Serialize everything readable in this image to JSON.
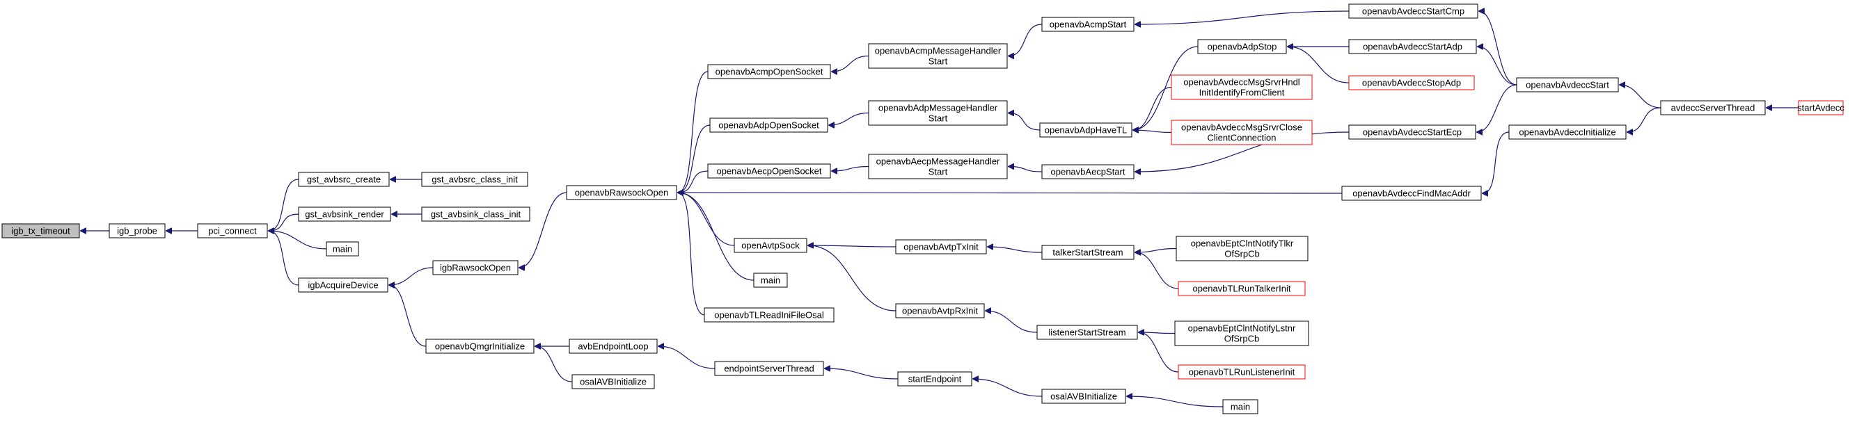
{
  "diagram": {
    "type": "call-graph",
    "colors": {
      "edge": "#191970",
      "border": "#000000",
      "truncated_border": "#ff0000",
      "highlight_fill": "#bfbfbf",
      "background": "#ffffff"
    },
    "nodes": [
      {
        "id": "igb_tx_timeout",
        "lines": [
          "igb_tx_timeout"
        ],
        "highlight": true
      },
      {
        "id": "igb_probe",
        "lines": [
          "igb_probe"
        ]
      },
      {
        "id": "pci_connect",
        "lines": [
          "pci_connect"
        ]
      },
      {
        "id": "gst_avbsrc_create",
        "lines": [
          "gst_avbsrc_create"
        ]
      },
      {
        "id": "gst_avbsrc_class_init",
        "lines": [
          "gst_avbsrc_class_init"
        ]
      },
      {
        "id": "gst_avbsink_render",
        "lines": [
          "gst_avbsink_render"
        ]
      },
      {
        "id": "gst_avbsink_class_init",
        "lines": [
          "gst_avbsink_class_init"
        ]
      },
      {
        "id": "main_pci",
        "lines": [
          "main"
        ]
      },
      {
        "id": "igbAcquireDevice",
        "lines": [
          "igbAcquireDevice"
        ]
      },
      {
        "id": "igbRawsockOpen",
        "lines": [
          "igbRawsockOpen"
        ]
      },
      {
        "id": "openavbRawsockOpen",
        "lines": [
          "openavbRawsockOpen"
        ]
      },
      {
        "id": "openavbAcmpOpenSocket",
        "lines": [
          "openavbAcmpOpenSocket"
        ]
      },
      {
        "id": "openavbAdpOpenSocket",
        "lines": [
          "openavbAdpOpenSocket"
        ]
      },
      {
        "id": "openavbAecpOpenSocket",
        "lines": [
          "openavbAecpOpenSocket"
        ]
      },
      {
        "id": "openAvtpSock",
        "lines": [
          "openAvtpSock"
        ]
      },
      {
        "id": "main_raw",
        "lines": [
          "main"
        ]
      },
      {
        "id": "openavbTLReadIniFileOsal",
        "lines": [
          "openavbTLReadIniFileOsal"
        ]
      },
      {
        "id": "openavbQmgrInitialize",
        "lines": [
          "openavbQmgrInitialize"
        ]
      },
      {
        "id": "avbEndpointLoop",
        "lines": [
          "avbEndpointLoop"
        ]
      },
      {
        "id": "osalAVBInitialize_q",
        "lines": [
          "osalAVBInitialize"
        ]
      },
      {
        "id": "endpointServerThread",
        "lines": [
          "endpointServerThread"
        ]
      },
      {
        "id": "startEndpoint",
        "lines": [
          "startEndpoint"
        ]
      },
      {
        "id": "osalAVBInitialize_s",
        "lines": [
          "osalAVBInitialize"
        ]
      },
      {
        "id": "main_osal",
        "lines": [
          "main"
        ]
      },
      {
        "id": "openavbAcmpMessageHandlerStart",
        "lines": [
          "openavbAcmpMessageHandler",
          "Start"
        ]
      },
      {
        "id": "openavbAdpMessageHandlerStart",
        "lines": [
          "openavbAdpMessageHandler",
          "Start"
        ]
      },
      {
        "id": "openavbAecpMessageHandlerStart",
        "lines": [
          "openavbAecpMessageHandler",
          "Start"
        ]
      },
      {
        "id": "openavbAvtpTxInit",
        "lines": [
          "openavbAvtpTxInit"
        ]
      },
      {
        "id": "openavbAvtpRxInit",
        "lines": [
          "openavbAvtpRxInit"
        ]
      },
      {
        "id": "openavbAcmpStart",
        "lines": [
          "openavbAcmpStart"
        ]
      },
      {
        "id": "openavbAdpHaveTL",
        "lines": [
          "openavbAdpHaveTL"
        ]
      },
      {
        "id": "openavbAecpStart",
        "lines": [
          "openavbAecpStart"
        ]
      },
      {
        "id": "talkerStartStream",
        "lines": [
          "talkerStartStream"
        ]
      },
      {
        "id": "listenerStartStream",
        "lines": [
          "listenerStartStream"
        ]
      },
      {
        "id": "openavbAdpStop",
        "lines": [
          "openavbAdpStop"
        ]
      },
      {
        "id": "MsgSrvrHndlInitIdentifyFromClient",
        "lines": [
          "openavbAvdeccMsgSrvrHndl",
          "InitIdentifyFromClient"
        ],
        "truncated": true
      },
      {
        "id": "MsgSrvrCloseClientConnection",
        "lines": [
          "openavbAvdeccMsgSrvrClose",
          "ClientConnection"
        ],
        "truncated": true
      },
      {
        "id": "openavbEptClntNotifyTlkrOfSrpCb",
        "lines": [
          "openavbEptClntNotifyTlkr",
          "OfSrpCb"
        ]
      },
      {
        "id": "openavbTLRunTalkerInit",
        "lines": [
          "openavbTLRunTalkerInit"
        ],
        "truncated": true
      },
      {
        "id": "openavbEptClntNotifyLstnrOfSrpCb",
        "lines": [
          "openavbEptClntNotifyLstnr",
          "OfSrpCb"
        ]
      },
      {
        "id": "openavbTLRunListenerInit",
        "lines": [
          "openavbTLRunListenerInit"
        ],
        "truncated": true
      },
      {
        "id": "openavbAvdeccStartCmp",
        "lines": [
          "openavbAvdeccStartCmp"
        ]
      },
      {
        "id": "openavbAvdeccStartAdp",
        "lines": [
          "openavbAvdeccStartAdp"
        ]
      },
      {
        "id": "openavbAvdeccStopAdp",
        "lines": [
          "openavbAvdeccStopAdp"
        ],
        "truncated": true
      },
      {
        "id": "openavbAvdeccStartEcp",
        "lines": [
          "openavbAvdeccStartEcp"
        ]
      },
      {
        "id": "openavbAvdeccFindMacAddr",
        "lines": [
          "openavbAvdeccFindMacAddr"
        ]
      },
      {
        "id": "openavbAvdeccStart",
        "lines": [
          "openavbAvdeccStart"
        ]
      },
      {
        "id": "openavbAvdeccInitialize",
        "lines": [
          "openavbAvdeccInitialize"
        ]
      },
      {
        "id": "avdeccServerThread",
        "lines": [
          "avdeccServerThread"
        ]
      },
      {
        "id": "startAvdecc",
        "lines": [
          "startAvdecc"
        ],
        "truncated": true
      }
    ],
    "edges": [
      [
        "igb_probe",
        "igb_tx_timeout"
      ],
      [
        "pci_connect",
        "igb_probe"
      ],
      [
        "gst_avbsrc_create",
        "pci_connect"
      ],
      [
        "gst_avbsink_render",
        "pci_connect"
      ],
      [
        "main_pci",
        "pci_connect"
      ],
      [
        "igbAcquireDevice",
        "pci_connect"
      ],
      [
        "gst_avbsrc_class_init",
        "gst_avbsrc_create"
      ],
      [
        "gst_avbsink_class_init",
        "gst_avbsink_render"
      ],
      [
        "igbRawsockOpen",
        "igbAcquireDevice"
      ],
      [
        "openavbQmgrInitialize",
        "igbAcquireDevice"
      ],
      [
        "openavbRawsockOpen",
        "igbRawsockOpen"
      ],
      [
        "openavbAcmpOpenSocket",
        "openavbRawsockOpen"
      ],
      [
        "openavbAdpOpenSocket",
        "openavbRawsockOpen"
      ],
      [
        "openavbAecpOpenSocket",
        "openavbRawsockOpen"
      ],
      [
        "openAvtpSock",
        "openavbRawsockOpen"
      ],
      [
        "main_raw",
        "openavbRawsockOpen"
      ],
      [
        "openavbTLReadIniFileOsal",
        "openavbRawsockOpen"
      ],
      [
        "openavbAvdeccFindMacAddr",
        "openavbRawsockOpen"
      ],
      [
        "avbEndpointLoop",
        "openavbQmgrInitialize"
      ],
      [
        "osalAVBInitialize_q",
        "openavbQmgrInitialize"
      ],
      [
        "endpointServerThread",
        "avbEndpointLoop"
      ],
      [
        "startEndpoint",
        "endpointServerThread"
      ],
      [
        "osalAVBInitialize_s",
        "startEndpoint"
      ],
      [
        "main_osal",
        "osalAVBInitialize_s"
      ],
      [
        "openavbAcmpMessageHandlerStart",
        "openavbAcmpOpenSocket"
      ],
      [
        "openavbAdpMessageHandlerStart",
        "openavbAdpOpenSocket"
      ],
      [
        "openavbAecpMessageHandlerStart",
        "openavbAecpOpenSocket"
      ],
      [
        "openavbAvtpTxInit",
        "openAvtpSock"
      ],
      [
        "openavbAvtpRxInit",
        "openAvtpSock"
      ],
      [
        "openavbAcmpStart",
        "openavbAcmpMessageHandlerStart"
      ],
      [
        "openavbAdpHaveTL",
        "openavbAdpMessageHandlerStart"
      ],
      [
        "openavbAecpStart",
        "openavbAecpMessageHandlerStart"
      ],
      [
        "talkerStartStream",
        "openavbAvtpTxInit"
      ],
      [
        "listenerStartStream",
        "openavbAvtpRxInit"
      ],
      [
        "openavbAdpStop",
        "openavbAdpHaveTL"
      ],
      [
        "MsgSrvrHndlInitIdentifyFromClient",
        "openavbAdpHaveTL"
      ],
      [
        "MsgSrvrCloseClientConnection",
        "openavbAdpHaveTL"
      ],
      [
        "openavbEptClntNotifyTlkrOfSrpCb",
        "talkerStartStream"
      ],
      [
        "openavbTLRunTalkerInit",
        "talkerStartStream"
      ],
      [
        "openavbEptClntNotifyLstnrOfSrpCb",
        "listenerStartStream"
      ],
      [
        "openavbTLRunListenerInit",
        "listenerStartStream"
      ],
      [
        "openavbAvdeccStartCmp",
        "openavbAcmpStart"
      ],
      [
        "openavbAvdeccStartAdp",
        "openavbAdpStop"
      ],
      [
        "openavbAvdeccStopAdp",
        "openavbAdpStop"
      ],
      [
        "openavbAvdeccStartEcp",
        "openavbAecpStart"
      ],
      [
        "openavbAvdeccStart",
        "openavbAvdeccStartCmp"
      ],
      [
        "openavbAvdeccStart",
        "openavbAvdeccStartAdp"
      ],
      [
        "openavbAvdeccStart",
        "openavbAvdeccStartEcp"
      ],
      [
        "openavbAvdeccInitialize",
        "openavbAvdeccFindMacAddr"
      ],
      [
        "avdeccServerThread",
        "openavbAvdeccStart"
      ],
      [
        "avdeccServerThread",
        "openavbAvdeccInitialize"
      ],
      [
        "startAvdecc",
        "avdeccServerThread"
      ]
    ]
  }
}
